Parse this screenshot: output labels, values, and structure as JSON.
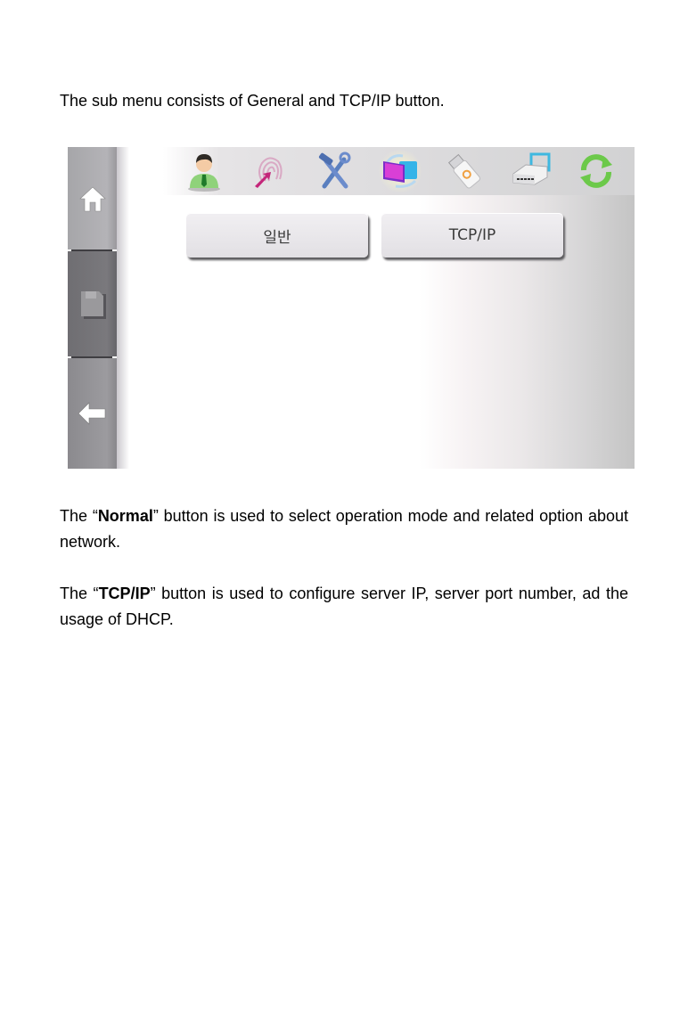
{
  "document": {
    "intro": "The sub menu consists of General and TCP/IP button.",
    "normal_paragraph": {
      "prefix": "The “",
      "bold": "Normal",
      "suffix": "” button is used to select operation mode and related option about network."
    },
    "tcpip_paragraph": {
      "prefix": "The “",
      "bold": "TCP/IP",
      "suffix": "” button is used to configure server IP, server port number, ad the usage of DHCP."
    }
  },
  "device_screen": {
    "sidebar": {
      "items": [
        {
          "name": "home",
          "icon": "home-icon"
        },
        {
          "name": "save",
          "icon": "save-icon"
        },
        {
          "name": "back",
          "icon": "back-arrow-icon"
        }
      ]
    },
    "top_menu": {
      "icons": [
        {
          "name": "user-management",
          "icon": "user-icon"
        },
        {
          "name": "fingerprint",
          "icon": "fingerprint-icon"
        },
        {
          "name": "settings-tools",
          "icon": "tools-icon"
        },
        {
          "name": "network",
          "icon": "network-icon",
          "active": true
        },
        {
          "name": "usb",
          "icon": "usb-icon"
        },
        {
          "name": "communication",
          "icon": "router-icon"
        },
        {
          "name": "sync",
          "icon": "sync-icon"
        }
      ]
    },
    "sub_menu": {
      "general_label": "일반",
      "tcpip_label": "TCP/IP"
    },
    "colors": {
      "sidebar_light": "#a6a6a9",
      "sidebar_dark": "#6f6e72",
      "button_face": "#e8e6ea",
      "sync_green": "#6cc94a"
    }
  }
}
